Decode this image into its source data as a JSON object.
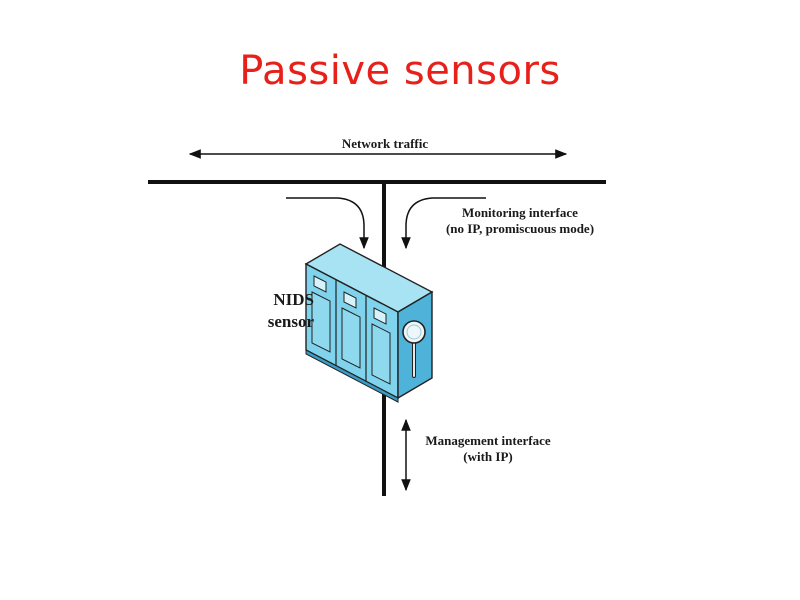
{
  "title": "Passive sensors",
  "labels": {
    "network_traffic": "Network traffic",
    "monitoring_line1": "Monitoring interface",
    "monitoring_line2": "(no IP, promiscuous mode)",
    "management_line1": "Management interface",
    "management_line2": "(with IP)",
    "sensor_line1": "NIDS",
    "sensor_line2": "sensor"
  },
  "colors": {
    "title": "#e8201a",
    "sensor_front": "#7fd3ec",
    "sensor_side": "#4fb3d9",
    "sensor_top": "#a8e3f4"
  }
}
